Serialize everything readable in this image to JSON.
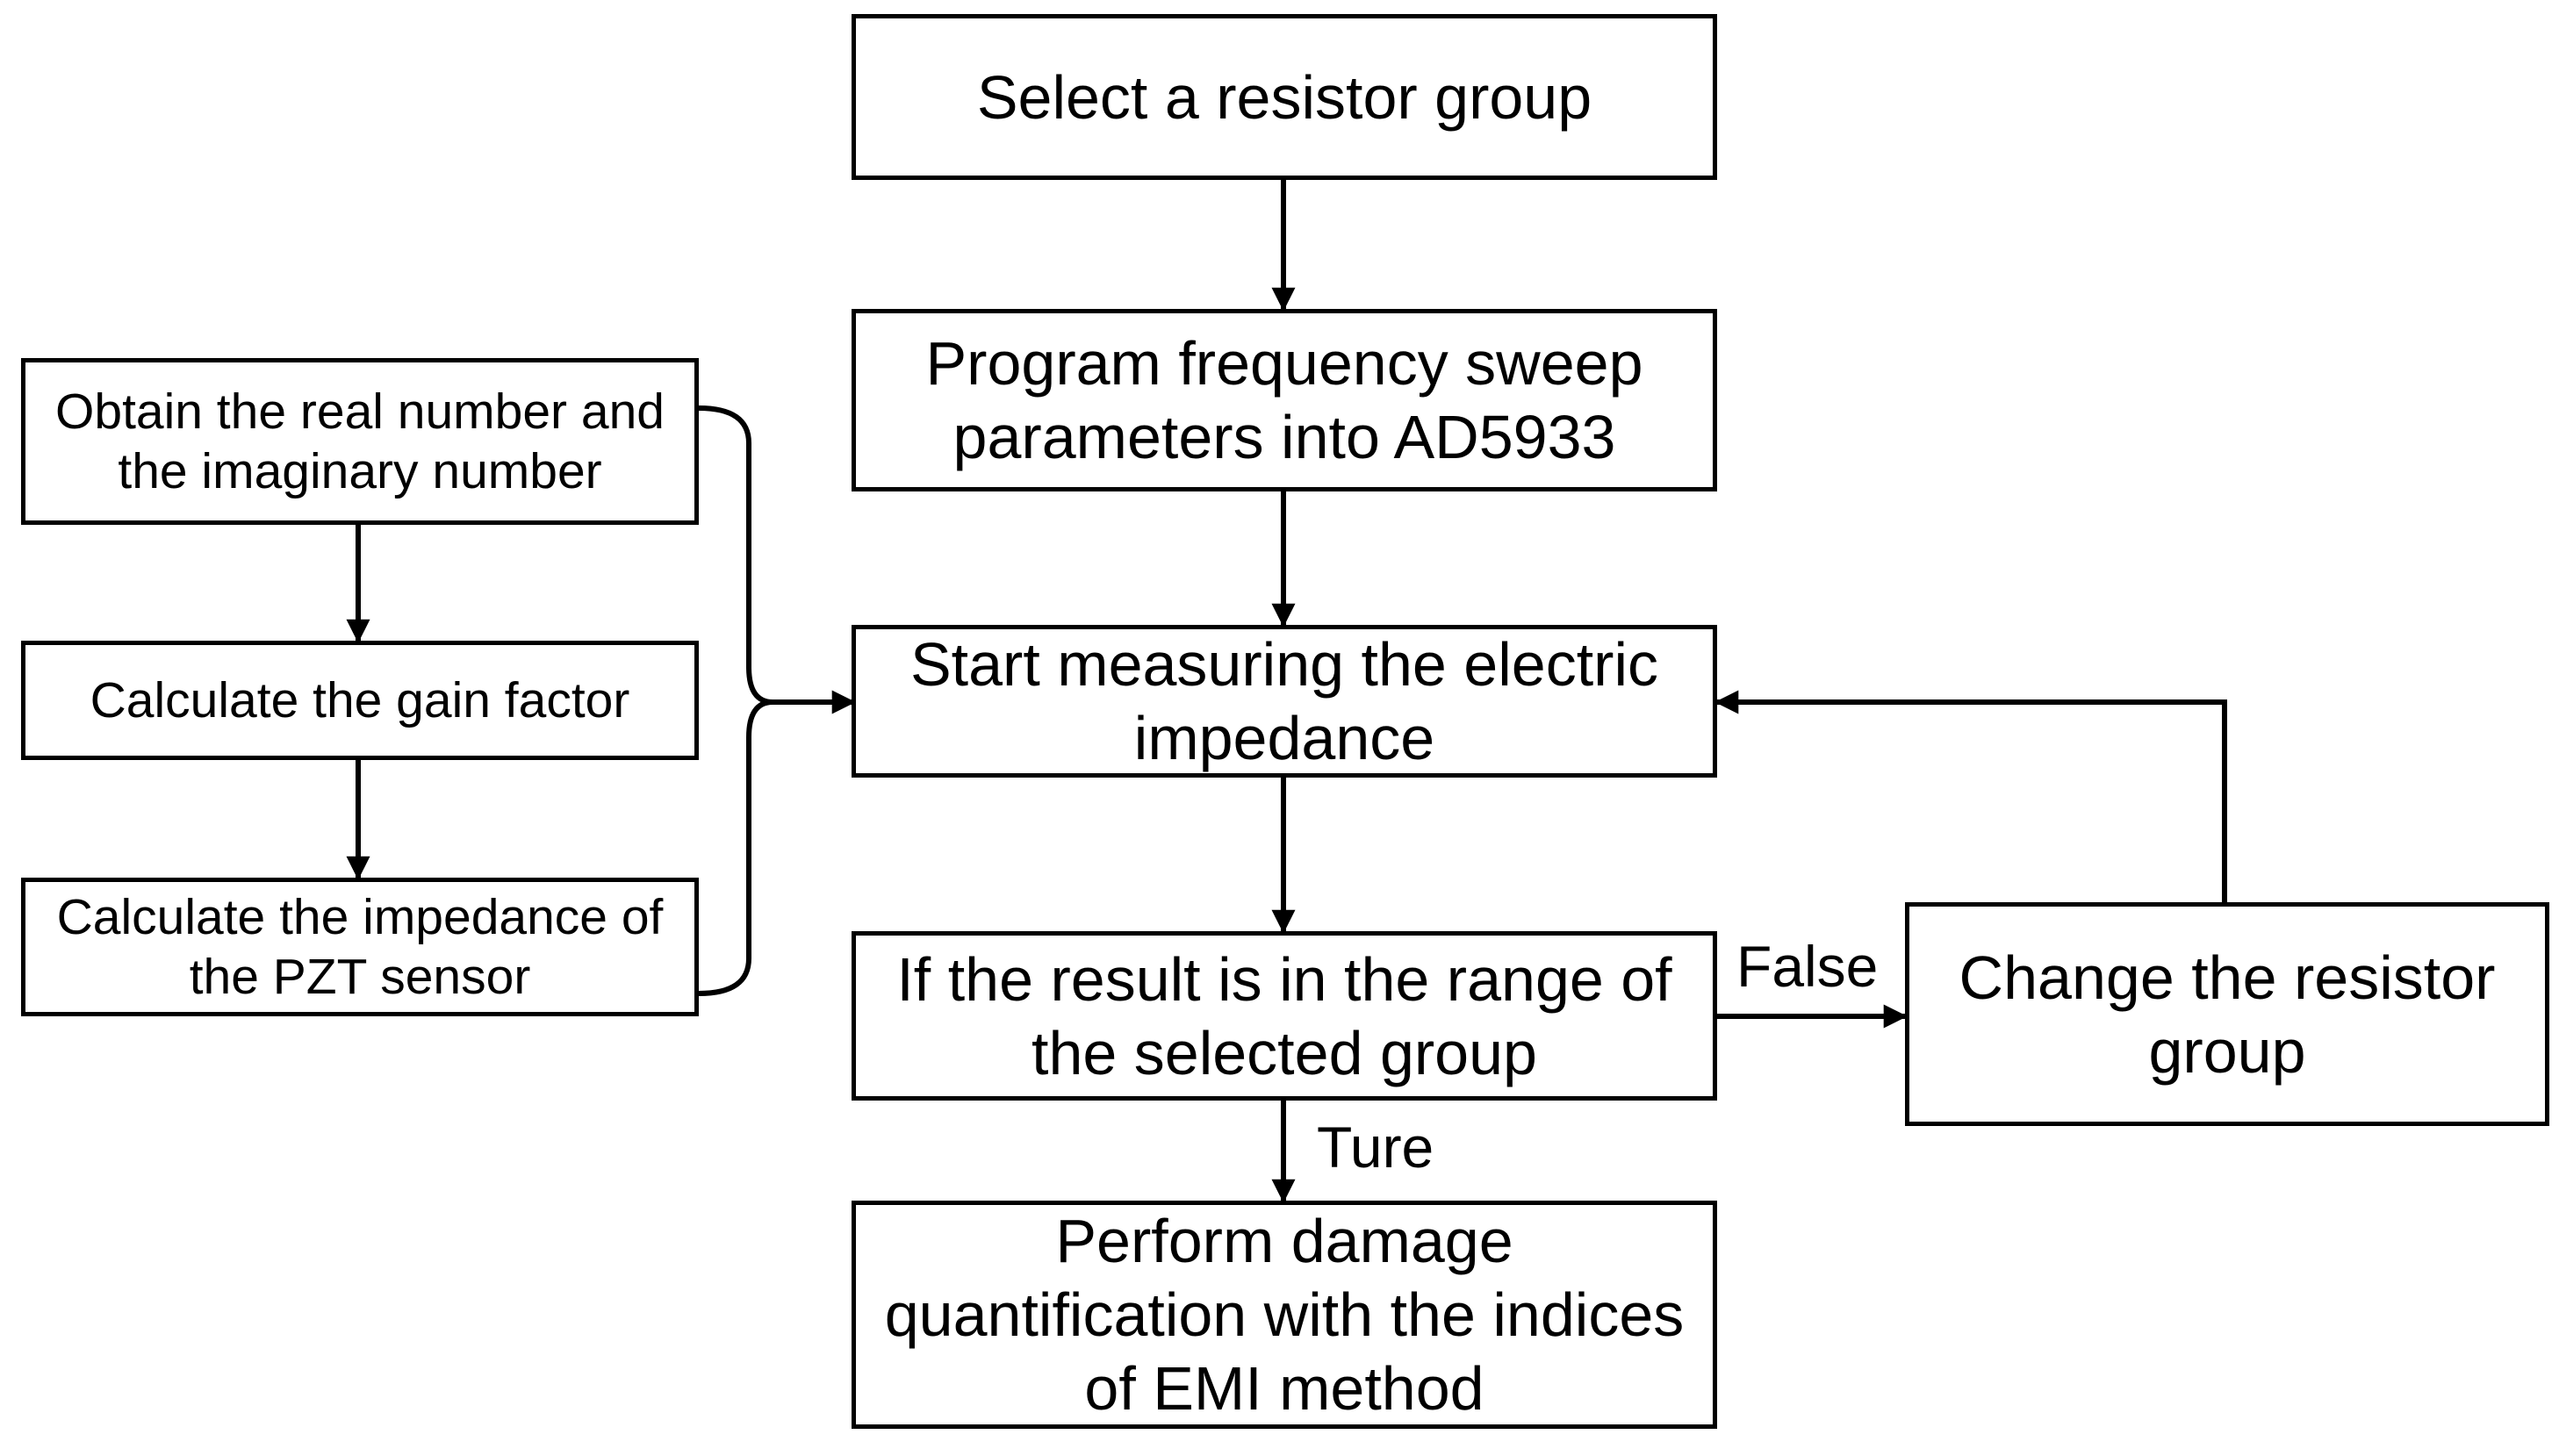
{
  "nodes": {
    "select_group": "Select a resistor group",
    "program_sweep": "Program frequency sweep parameters into AD5933",
    "start_measuring": "Start measuring the electric impedance",
    "check_range": "If the result is in the range of the selected group",
    "change_group": "Change the resistor group",
    "perform_damage": "Perform damage quantification with the indices of EMI method",
    "obtain_numbers": "Obtain the real number and the imaginary number",
    "calc_gain": "Calculate the gain factor",
    "calc_impedance": "Calculate the impedance of the PZT sensor"
  },
  "edge_labels": {
    "false_label": "False",
    "true_label": "Ture"
  }
}
